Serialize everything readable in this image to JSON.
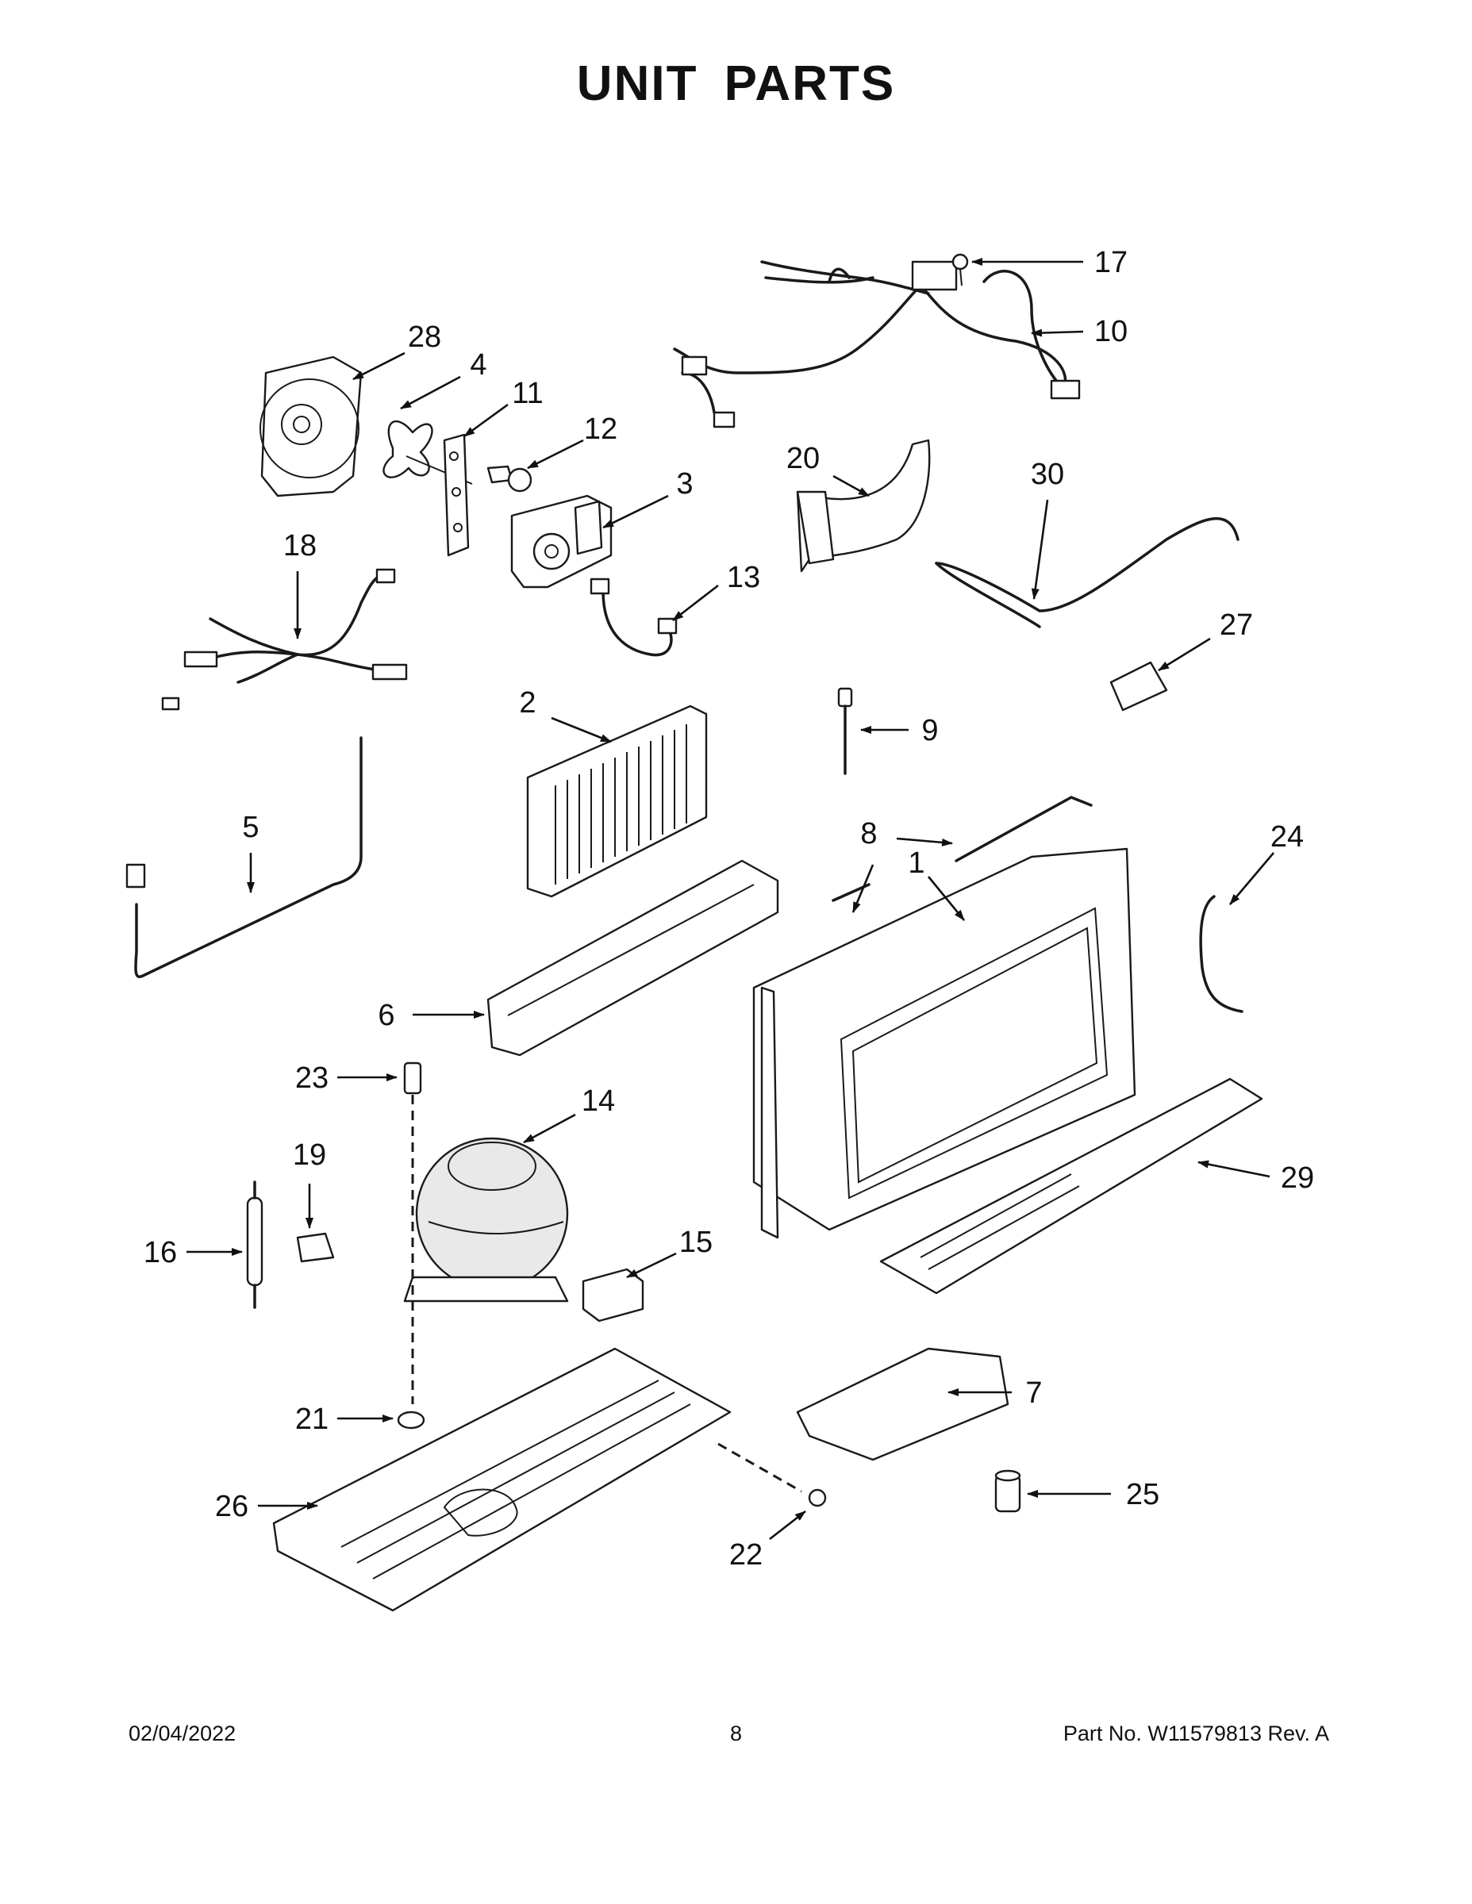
{
  "page": {
    "title": "UNIT  PARTS",
    "footer": {
      "date": "02/04/2022",
      "page_number": "8",
      "part_info": "Part No.  W11579813  Rev.  A"
    }
  },
  "callouts": [
    "1",
    "2",
    "3",
    "4",
    "5",
    "6",
    "7",
    "8",
    "9",
    "10",
    "11",
    "12",
    "13",
    "14",
    "15",
    "16",
    "17",
    "18",
    "19",
    "20",
    "21",
    "22",
    "23",
    "24",
    "25",
    "26",
    "27",
    "28",
    "29",
    "30"
  ]
}
